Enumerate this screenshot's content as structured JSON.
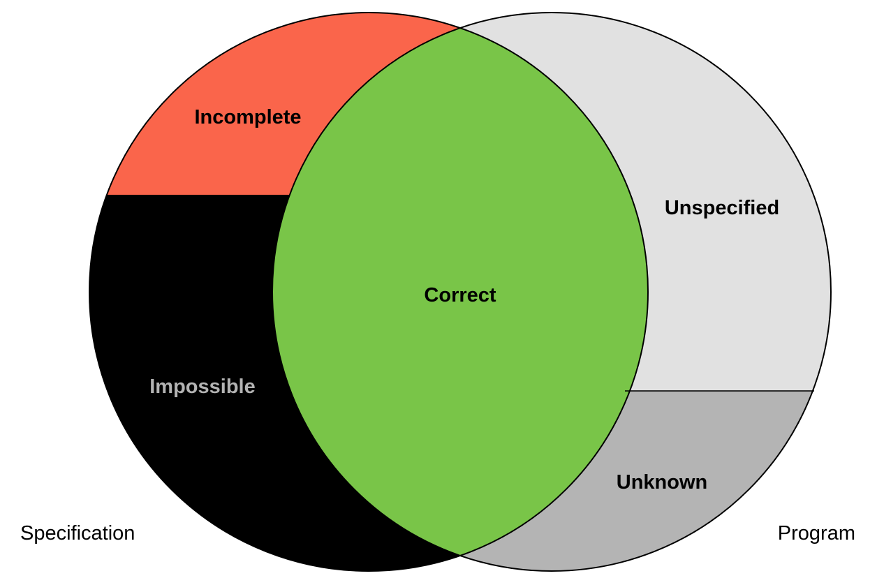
{
  "diagram": {
    "sets": {
      "left": {
        "label": "Specification"
      },
      "right": {
        "label": "Program"
      }
    },
    "regions": {
      "incomplete": {
        "label": "Incomplete",
        "color": "#fa654b",
        "text_color": "#000000"
      },
      "impossible": {
        "label": "Impossible",
        "color": "#000000",
        "text_color": "#b3b3b3"
      },
      "correct": {
        "label": "Correct",
        "color": "#79c548",
        "text_color": "#000000"
      },
      "unspecified": {
        "label": "Unspecified",
        "color": "#e1e1e1",
        "text_color": "#000000"
      },
      "unknown": {
        "label": "Unknown",
        "color": "#b4b4b4",
        "text_color": "#000000"
      }
    },
    "outline_color": "#000000"
  }
}
